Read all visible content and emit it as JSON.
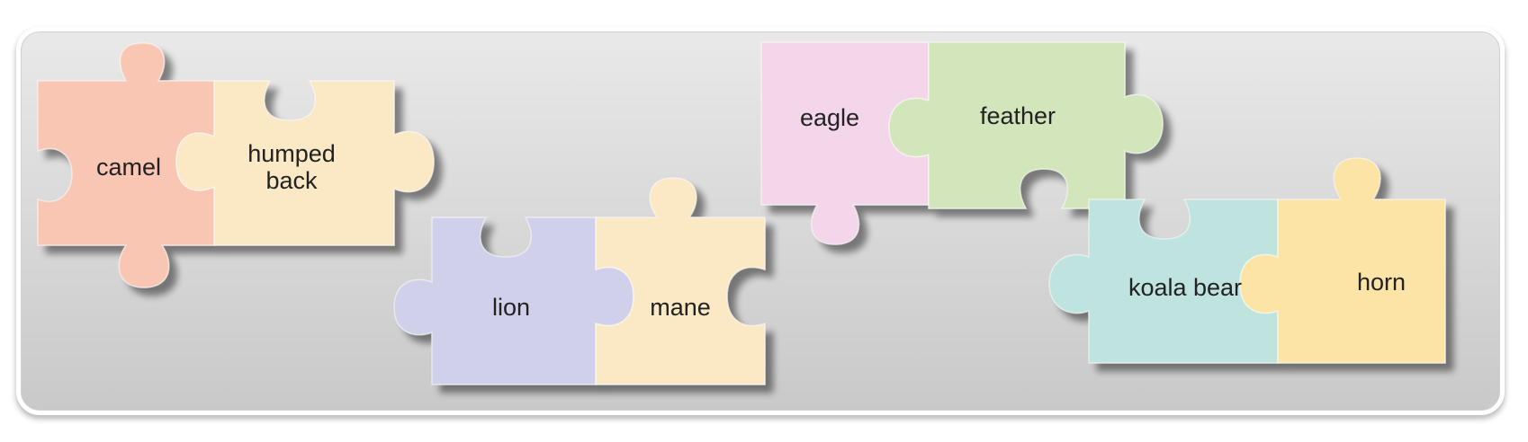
{
  "pairs": [
    {
      "left": {
        "label": "camel",
        "color": "#f9c6b4"
      },
      "right": {
        "label_line1": "humped",
        "label_line2": "back",
        "color": "#c9e8f7"
      }
    },
    {
      "left": {
        "label": "lion",
        "color": "#d0d0ea"
      },
      "right": {
        "label": "mane",
        "color": "#fbe9c5"
      }
    },
    {
      "left": {
        "label": "eagle",
        "color": "#f4d6ea"
      },
      "right": {
        "label": "feather",
        "color": "#d3e6bb"
      }
    },
    {
      "left": {
        "label": "koala bear",
        "color": "#bfe3de"
      },
      "right": {
        "label": "horn",
        "color": "#fce3a6"
      }
    }
  ]
}
